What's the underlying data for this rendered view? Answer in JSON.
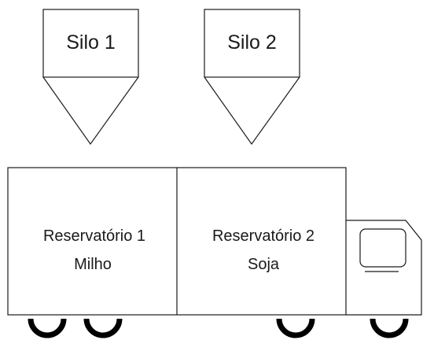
{
  "silos": [
    {
      "label": "Silo 1"
    },
    {
      "label": "Silo 2"
    }
  ],
  "truck": {
    "reservoirs": [
      {
        "name": "Reservatório 1",
        "content": "Milho"
      },
      {
        "name": "Reservatório 2",
        "content": "Soja"
      }
    ]
  }
}
